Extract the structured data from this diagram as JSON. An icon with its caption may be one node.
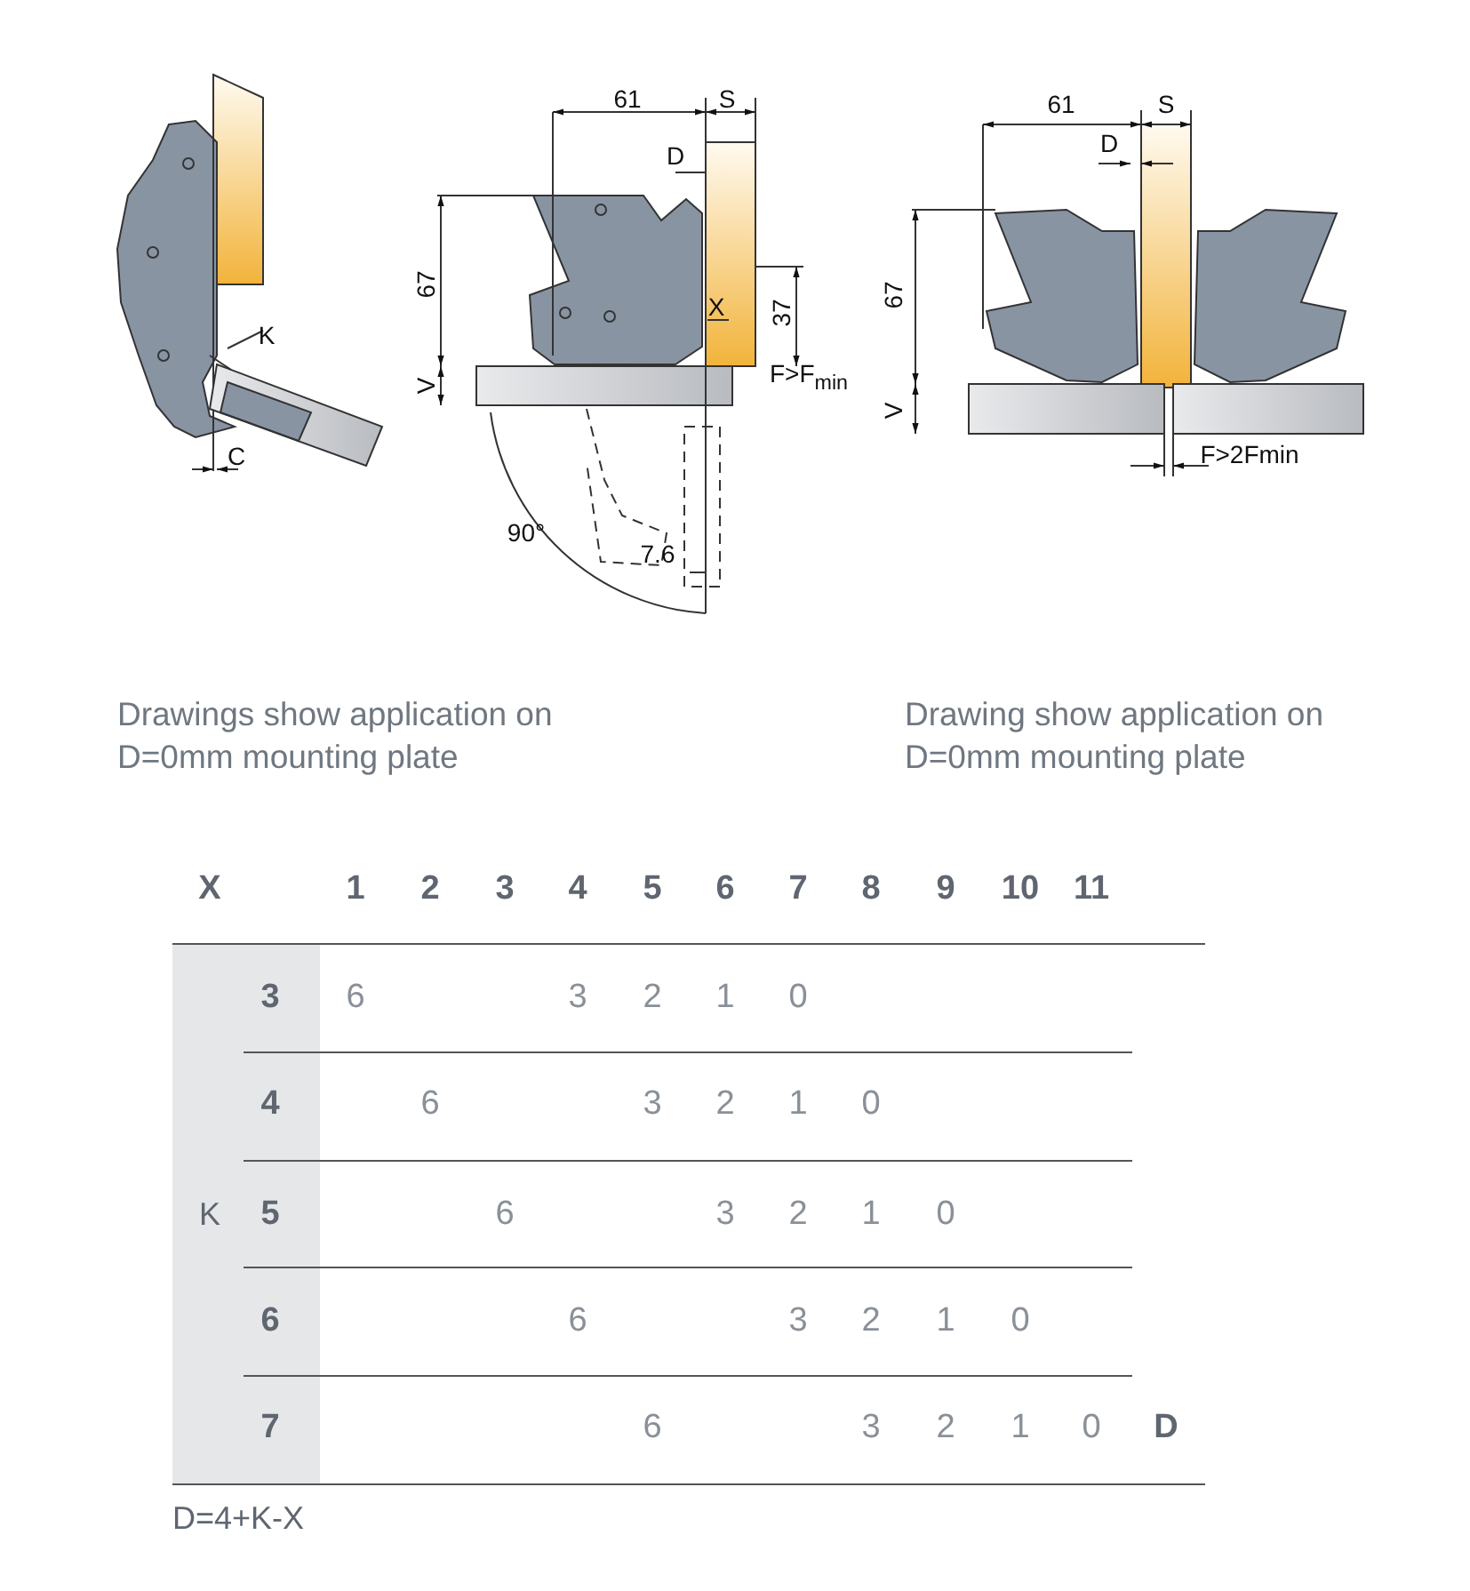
{
  "diagram": {
    "labels": [
      "K",
      "C",
      "61",
      "S",
      "D",
      "67",
      "X",
      "37",
      "V",
      "F>F$_{min}$",
      "90°",
      "7.6",
      "61",
      "S",
      "D",
      "67",
      "V",
      "F>2Fmin",
      "Drawings show application on D=0mm mounting plate",
      "Drawing show application on D=0mm mounting plate",
      "X",
      "1",
      "2",
      "3",
      "4",
      "5",
      "6",
      "7",
      "8",
      "9",
      "10",
      "11",
      "3",
      "6",
      "3",
      "2",
      "1",
      "0",
      "4",
      "6",
      "3",
      "2",
      "1",
      "0",
      "K",
      "5",
      "6",
      "3",
      "2",
      "1",
      "0",
      "6",
      "6",
      "3",
      "2",
      "1",
      "0",
      "7",
      "6",
      "3",
      "2",
      "1",
      "0",
      "D",
      "D=4+K-X"
    ]
  }
}
